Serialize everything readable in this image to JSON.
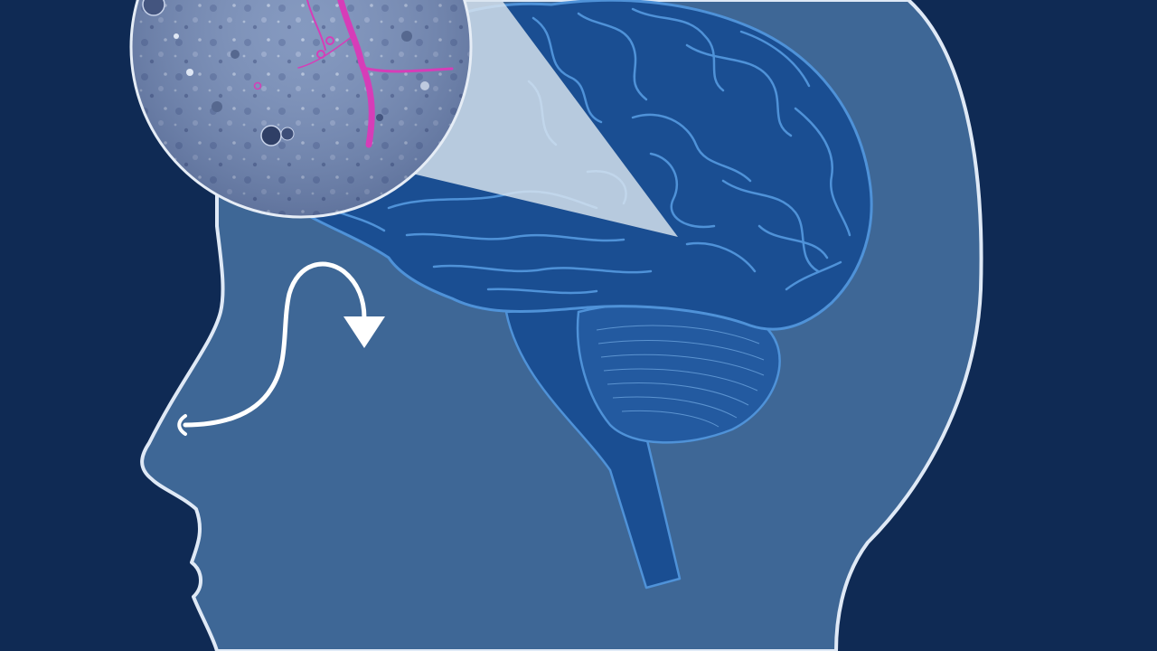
{
  "illustration": {
    "subject": "head-profile-with-brain",
    "elements": [
      "head-silhouette",
      "brain-cerebrum",
      "cerebellum",
      "brainstem",
      "airflow-arrow",
      "magnification-cone",
      "microscopy-inset"
    ],
    "colors": {
      "background": "#0f2a54",
      "head_fill": "#3e6796",
      "head_outline": "#dfe9f6",
      "brain_fill": "#1a4e92",
      "brain_lines": "#4f92d8",
      "cerebellum_fill": "#235aa0",
      "arrow": "#ffffff",
      "cone": "#d8e3ee",
      "inset_tissue": "#7f93ba",
      "inset_vessel": "#d63db8"
    }
  }
}
